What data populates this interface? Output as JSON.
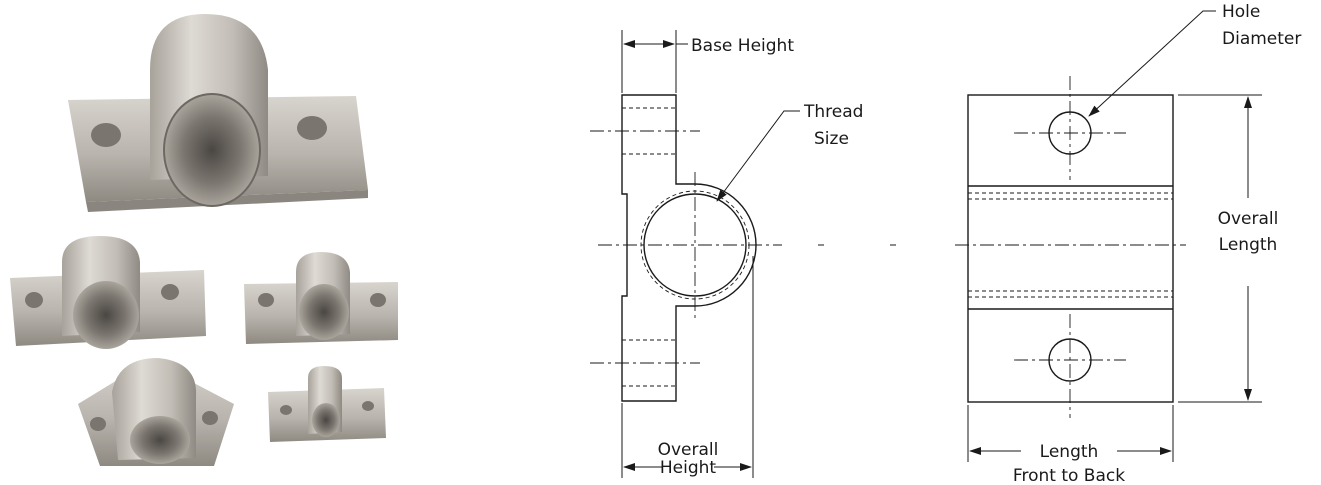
{
  "labels": {
    "base_height": "Base Height",
    "thread_size": [
      "Thread",
      "Size"
    ],
    "hole_diameter": [
      "Hole",
      "Diameter"
    ],
    "overall_length": [
      "Overall",
      "Length"
    ],
    "overall_height": [
      "Overall",
      "Height"
    ],
    "length_front_to_back": [
      "Length",
      "Front to Back"
    ]
  }
}
